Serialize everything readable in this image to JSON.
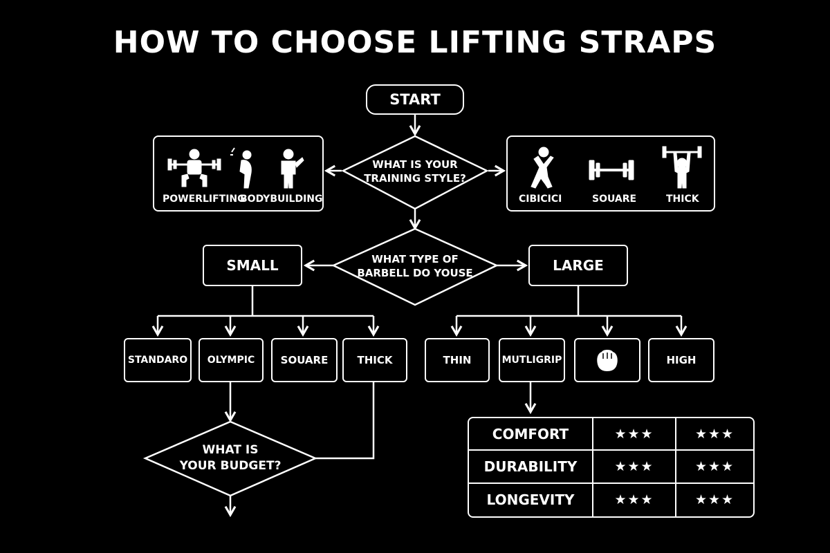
{
  "title": "HOW TO CHOOSE LIFTING STRAPS",
  "start": "START",
  "q_training": [
    "WHAT IS YOUR",
    "TRAINING STYLE?"
  ],
  "q_barbell": [
    "WHAT TYPE OF",
    "BARBELL DO YOUSE"
  ],
  "q_budget": [
    "WHAT IS",
    "YOUR BUDGET?"
  ],
  "left_styles": {
    "labels": [
      "POWERLIFTING",
      "BODYBUILDING"
    ],
    "icons": [
      "squat-lifter-icon",
      "posing-bodybuilder-icon",
      "flexing-figure-icon"
    ]
  },
  "right_styles": {
    "labels": [
      "CIBICICI",
      "SOUARE",
      "THICK"
    ],
    "icons": [
      "dynamic-athlete-icon",
      "barbell-icon",
      "overhead-press-icon"
    ]
  },
  "small": "SMALL",
  "large": "LARGE",
  "small_options": [
    "STANDARO",
    "OLYMPIC",
    "SOUARE",
    "THICK"
  ],
  "large_options": [
    "THIN",
    "MUTLIGRIP",
    "",
    "HIGH"
  ],
  "large_option_icon": "strap-pad-icon",
  "ratings": [
    {
      "label": "COMFORT",
      "a": "★★★",
      "b": "★★★"
    },
    {
      "label": "DURABILITY",
      "a": "★★★",
      "b": "★★★"
    },
    {
      "label": "LONGEVITY",
      "a": "★★★",
      "b": "★★★"
    }
  ],
  "colors": {
    "background": "#000000",
    "foreground": "#ffffff"
  }
}
